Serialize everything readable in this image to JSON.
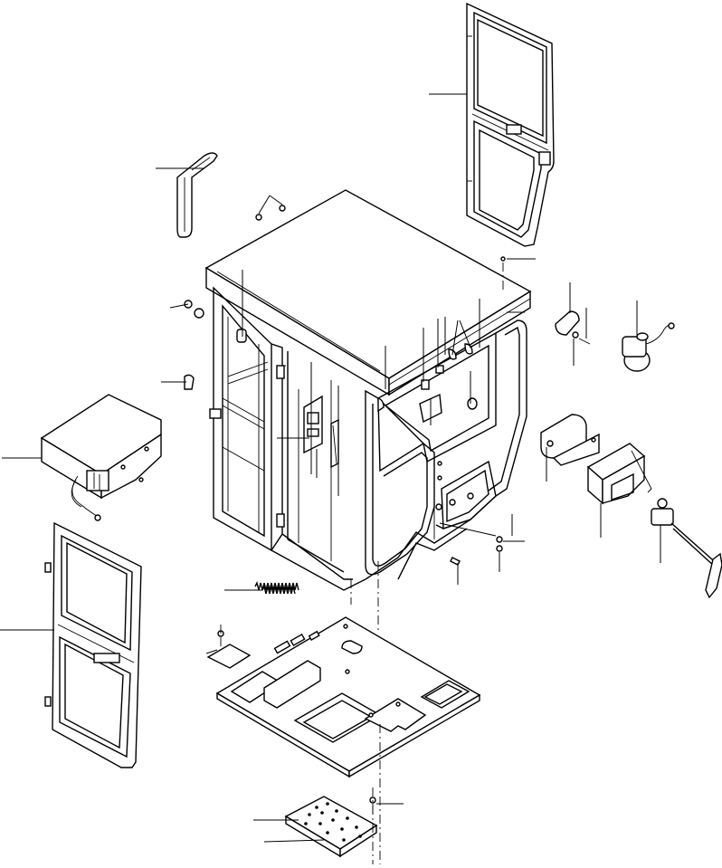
{
  "diagram": {
    "type": "exploded-parts-view",
    "labels": [],
    "components": [
      {
        "name": "cab-shell",
        "icon": "cab-icon"
      },
      {
        "name": "roof",
        "icon": "roof-icon"
      },
      {
        "name": "right-door",
        "icon": "door-icon"
      },
      {
        "name": "left-door",
        "icon": "door-icon"
      },
      {
        "name": "wiper-arm",
        "icon": "wiper-icon"
      },
      {
        "name": "wiper-motor",
        "icon": "motor-icon"
      },
      {
        "name": "heater-box",
        "icon": "heater-icon"
      },
      {
        "name": "floor-plate",
        "icon": "floor-icon"
      },
      {
        "name": "floor-cover",
        "icon": "plate-icon"
      },
      {
        "name": "bracket",
        "icon": "bracket-icon"
      },
      {
        "name": "tray",
        "icon": "tray-icon"
      },
      {
        "name": "wiper-assembly",
        "icon": "wiper-icon"
      },
      {
        "name": "spring",
        "icon": "spring-icon"
      },
      {
        "name": "plate",
        "icon": "plate-icon"
      }
    ]
  }
}
